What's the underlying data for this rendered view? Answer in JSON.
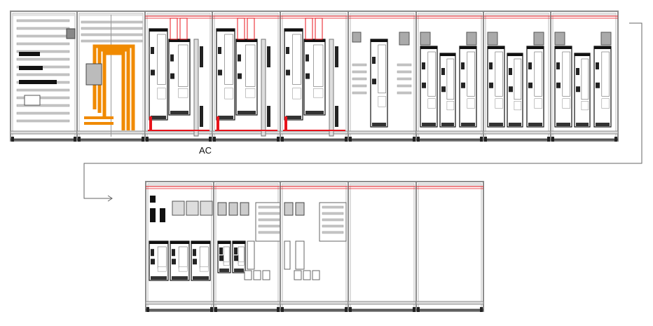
{
  "diagram": {
    "section_label": "AC",
    "colors": {
      "frame": "#8c8c8c",
      "frame_dark": "#555555",
      "busbar": "#f08a00",
      "wiring": "#e8141c",
      "component": "#111111",
      "rail": "#c8c8c8"
    },
    "top_row": {
      "cabinets": [
        {
          "type": "control-panel"
        },
        {
          "type": "busbar-incomer"
        },
        {
          "type": "drive-large"
        },
        {
          "type": "drive-large"
        },
        {
          "type": "drive-large"
        },
        {
          "type": "drive-single"
        },
        {
          "type": "drive-double"
        },
        {
          "type": "drive-double"
        },
        {
          "type": "drive-double"
        }
      ]
    },
    "bottom_row": {
      "cabinets": [
        {
          "type": "small-drives-3"
        },
        {
          "type": "small-drives-2"
        },
        {
          "type": "terminals"
        },
        {
          "type": "empty"
        },
        {
          "type": "empty"
        }
      ]
    }
  }
}
